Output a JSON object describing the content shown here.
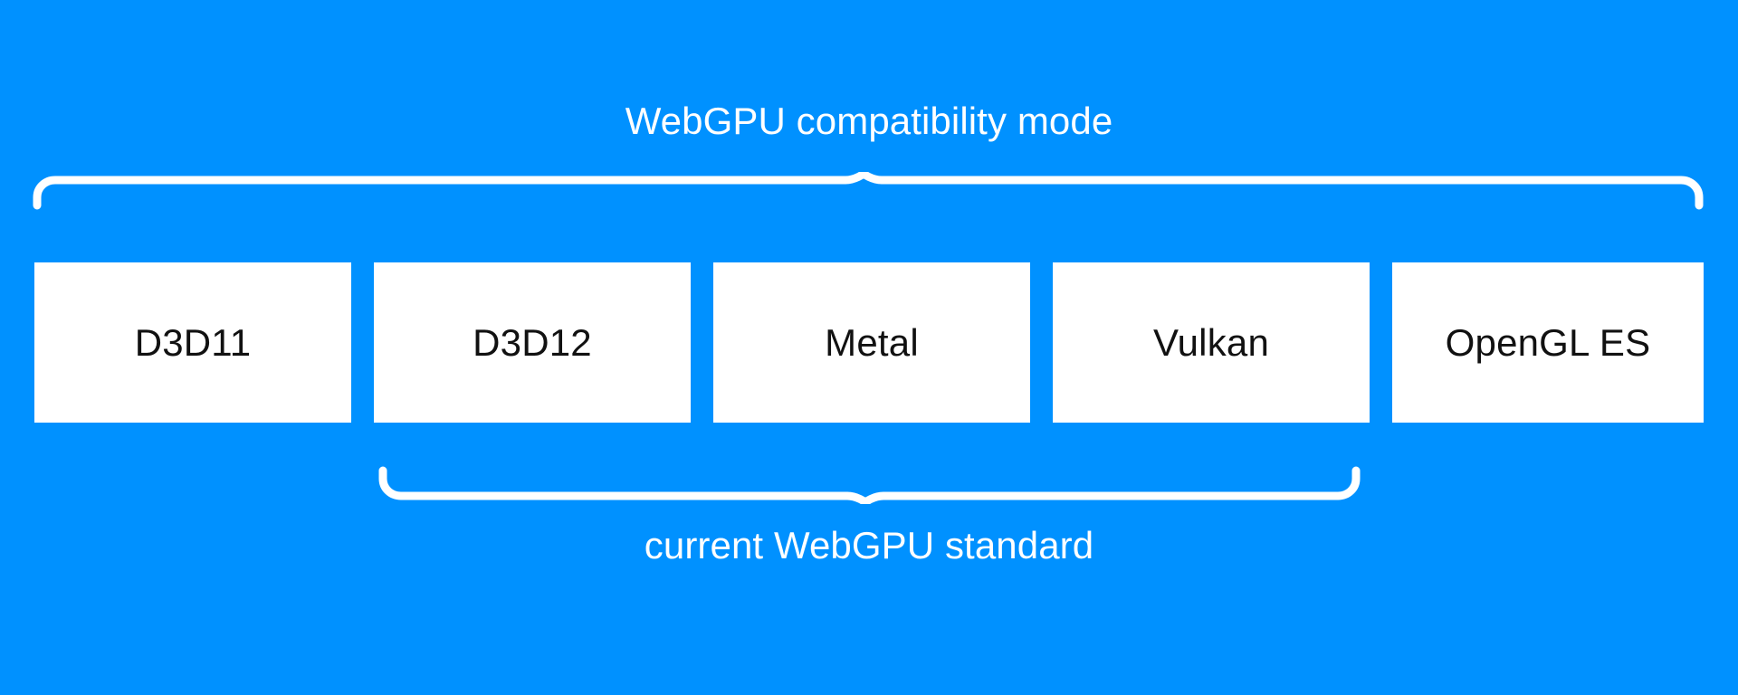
{
  "diagram": {
    "title": "WebGPU compatibility mode",
    "background_color": "#0091ff",
    "box_fill_color": "#ffffff",
    "text_color_on_blue": "#ffffff",
    "text_color_on_white": "#111111",
    "top_brace": {
      "label": "WebGPU compatibility mode",
      "label_position": "above",
      "covers": [
        "D3D11",
        "D3D12",
        "Metal",
        "Vulkan",
        "OpenGL ES"
      ]
    },
    "bottom_brace": {
      "label": "current WebGPU standard",
      "label_position": "below",
      "covers": [
        "D3D12",
        "Metal",
        "Vulkan"
      ]
    },
    "boxes": [
      {
        "label": "D3D11"
      },
      {
        "label": "D3D12"
      },
      {
        "label": "Metal"
      },
      {
        "label": "Vulkan"
      },
      {
        "label": "OpenGL ES"
      }
    ]
  }
}
